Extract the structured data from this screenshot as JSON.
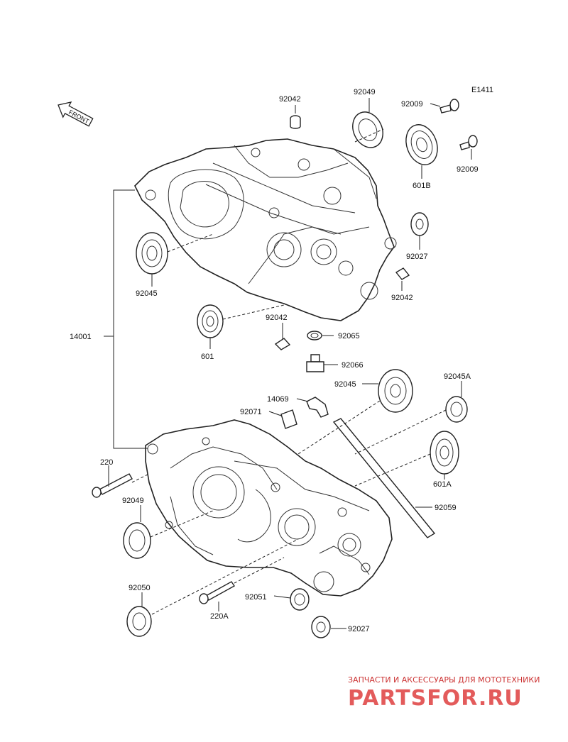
{
  "diagram": {
    "ref_code": "E1411",
    "front_label": "FRONT",
    "labels": {
      "p92042_top": "92042",
      "p92049_top": "92049",
      "p92009_a": "92009",
      "p92009_b": "92009",
      "p601B": "601B",
      "p92027_right": "92027",
      "p92042_right": "92042",
      "p92045_left": "92045",
      "p601": "601",
      "p92042_mid": "92042",
      "p92065": "92065",
      "p92066": "92066",
      "p14001": "14001",
      "p14069": "14069",
      "p92045_mid": "92045",
      "p92045A": "92045A",
      "p92071": "92071",
      "p601A": "601A",
      "p220": "220",
      "p92049_bottom": "92049",
      "p92059": "92059",
      "p92050": "92050",
      "p92051": "92051",
      "p220A": "220A",
      "p92027_bottom": "92027"
    }
  },
  "watermark": {
    "tagline": "ЗАПЧАСТИ И АКСЕССУАРЫ ДЛЯ МОТОТЕХНИКИ",
    "brand": "PARTSFOR.RU"
  }
}
